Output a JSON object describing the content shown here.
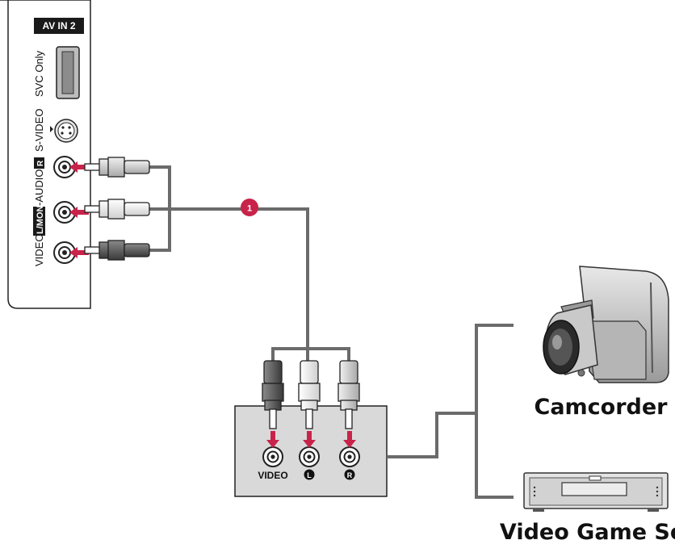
{
  "tv_panel": {
    "input_name": "AV IN 2",
    "svc_label": "SVC Only",
    "svideo_label": "S-VIDEO",
    "side_label_video": "VIDEO",
    "side_label_lmono": "L/MONO",
    "side_label_audio": "-AUDIO-",
    "side_label_r": "R"
  },
  "step_badge": "1",
  "source_box": {
    "video_label": "VIDEO",
    "left_label": "L",
    "right_label": "R"
  },
  "devices": {
    "camcorder": "Camcorder",
    "game_set": "Video Game Set"
  },
  "colors": {
    "accent_red": "#c8234a",
    "panel_gray": "#d9d9d9",
    "cable_gray": "#6b6b6b"
  }
}
